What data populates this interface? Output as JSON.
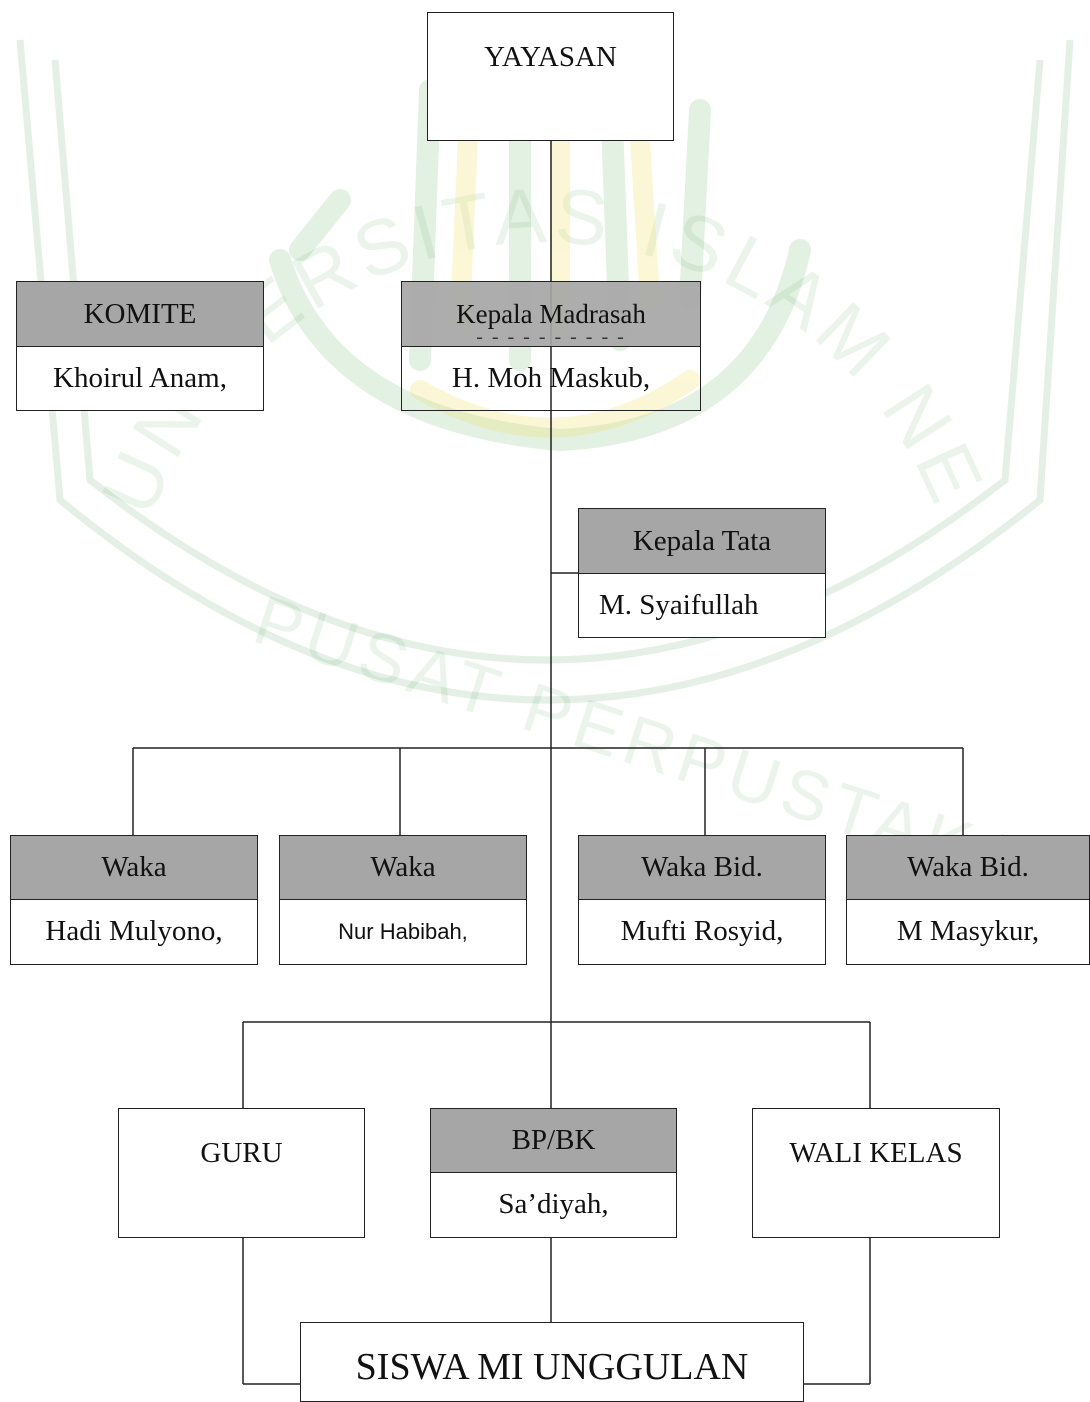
{
  "colors": {
    "header_fill": "#a6a6a6",
    "border": "#222222",
    "watermark_green": "#2e8b3a",
    "watermark_gold": "#f2e26a"
  },
  "watermark": {
    "arc_text": "UNIVERSITAS ISLAM NEGERI MAULANA MALIK IBRAHIM",
    "bottom_text": "PUSAT PERPUSTAKAAN"
  },
  "boxes": {
    "yayasan": {
      "label": "YAYASAN"
    },
    "komite": {
      "title": "KOMITE",
      "name": "Khoirul Anam,"
    },
    "kepala_madrasah": {
      "title": "Kepala  Madrasah",
      "dash": "- - - - - - - - - -",
      "name": "H. Moh Maskub,"
    },
    "kepala_tata": {
      "title": "Kepala Tata",
      "name": "M. Syaifullah"
    },
    "waka_1": {
      "title": "Waka",
      "name": "Hadi Mulyono,"
    },
    "waka_2": {
      "title": "Waka",
      "name": "Nur Habibah,"
    },
    "waka_3": {
      "title": "Waka Bid.",
      "name": "Mufti Rosyid,"
    },
    "waka_4": {
      "title": "Waka Bid.",
      "name": "M Masykur,"
    },
    "guru": {
      "label": "GURU"
    },
    "bp_bk": {
      "title": "BP/BK",
      "name": "Sa’diyah,"
    },
    "wali_kelas": {
      "label": "WALI KELAS"
    },
    "siswa": {
      "label": "SISWA MI UNGGULAN"
    }
  }
}
